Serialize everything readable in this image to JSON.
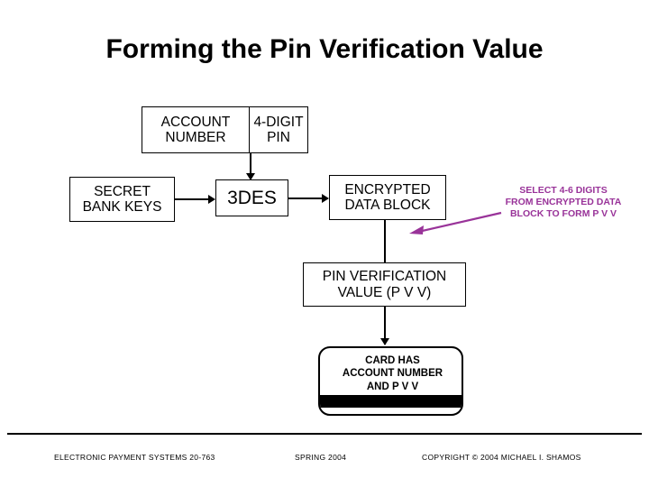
{
  "slide": {
    "title": "Forming the Pin Verification Value",
    "accent_color": "#993399",
    "line_color": "#000000",
    "background": "#ffffff"
  },
  "diagram": {
    "boxes": {
      "account_number": "ACCOUNT\nNUMBER",
      "four_digit_pin": "4-DIGIT\nPIN",
      "secret_bank_keys": "SECRET\nBANK KEYS",
      "three_des": "3DES",
      "encrypted_data_block": "ENCRYPTED\nDATA BLOCK",
      "pin_verification_value": "PIN VERIFICATION\nVALUE (P V V)"
    },
    "annotation": "SELECT 4-6 DIGITS\nFROM ENCRYPTED DATA\nBLOCK TO FORM P V V",
    "card": {
      "text": "CARD HAS\nACCOUNT NUMBER\nAND P V V",
      "stripe_color": "#000000"
    }
  },
  "footer": {
    "course": "ELECTRONIC PAYMENT SYSTEMS 20-763",
    "term": "SPRING 2004",
    "copyright": "COPYRIGHT © 2004 MICHAEL I. SHAMOS"
  }
}
